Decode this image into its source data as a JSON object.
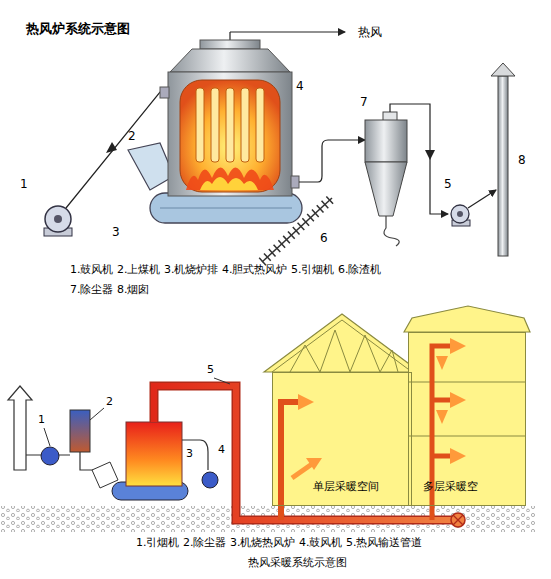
{
  "diagram": {
    "title": "热风炉系统示意图",
    "caption": "热风采暖系统示意图",
    "nodes": [
      {
        "text": [
          "单层采暖空间"
        ]
      },
      {
        "text": [
          "多层采暖空"
        ]
      }
    ],
    "labels": [
      "热风",
      "1",
      "2",
      "3",
      "4",
      "5",
      "6",
      "7",
      "8",
      "1.鼓风机 2.上煤机 3.机烧炉排 4.胆式热风炉 5.引烟机 6.除渣机",
      "7.除尘器 8.烟囱",
      "1",
      "2",
      "3",
      "4",
      "5",
      "1.引烟机 2.除尘器 3.机烧热风炉 4.鼓风机 5.热风输送管道"
    ]
  }
}
